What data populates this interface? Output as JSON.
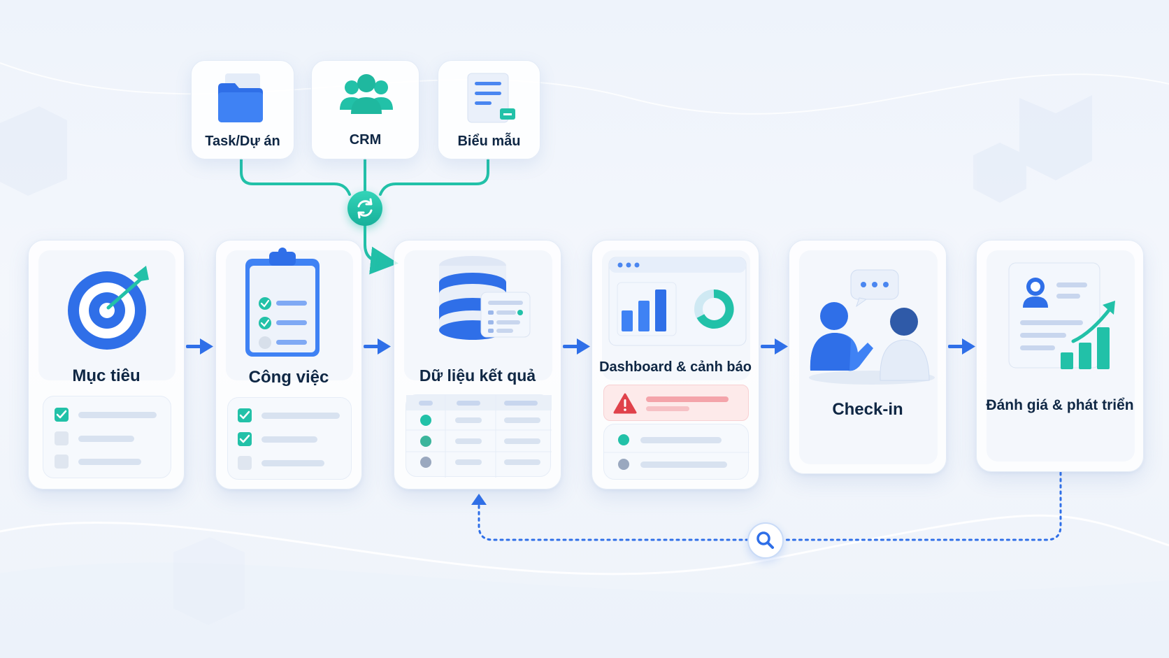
{
  "sources": [
    {
      "id": "task",
      "label": "Task/Dự án",
      "icon": "folder-icon"
    },
    {
      "id": "crm",
      "label": "CRM",
      "icon": "people-icon"
    },
    {
      "id": "form",
      "label": "Biểu mẫu",
      "icon": "form-document-icon"
    }
  ],
  "sync_icon": "sync-icon",
  "steps": [
    {
      "id": "goal",
      "label": "Mục tiêu",
      "icon": "target-icon"
    },
    {
      "id": "task",
      "label": "Công việc",
      "icon": "clipboard-checklist-icon"
    },
    {
      "id": "data",
      "label": "Dữ liệu kết quả",
      "icon": "database-icon"
    },
    {
      "id": "dashboard",
      "label": "Dashboard & cảnh báo",
      "icon": "dashboard-chart-icon"
    },
    {
      "id": "checkin",
      "label": "Check-in",
      "icon": "conversation-people-icon"
    },
    {
      "id": "review",
      "label": "Đánh giá & phát triển",
      "icon": "profile-growth-icon"
    }
  ],
  "feedback_icon": "search-icon",
  "colors": {
    "blue": "#2f6fe8",
    "teal": "#22c1a8",
    "red": "#e0424b",
    "navy": "#0f2744"
  }
}
